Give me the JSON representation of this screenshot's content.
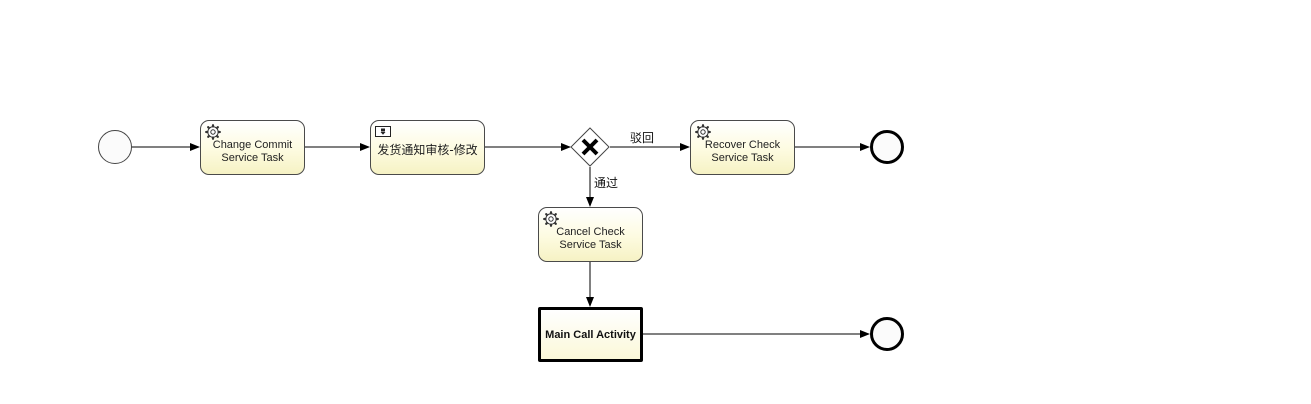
{
  "diagram": {
    "tasks": {
      "change_commit": {
        "label_line1": "Change Commit",
        "label_line2": "Service Task",
        "icon": "gear-icon"
      },
      "notify_review": {
        "label": "发货通知审核-修改",
        "icon": "user-task-icon"
      },
      "recover_check": {
        "label_line1": "Recover Check",
        "label_line2": "Service Task",
        "icon": "gear-icon"
      },
      "cancel_check": {
        "label_line1": "Cancel Check",
        "label_line2": "Service Task",
        "icon": "gear-icon"
      },
      "main_call": {
        "label": "Main Call Activity"
      }
    },
    "gateway": {
      "icon": "exclusive-gateway-x-icon"
    },
    "flows": {
      "reject_label": "驳回",
      "pass_label": "通过"
    },
    "colors": {
      "stroke": "#000000",
      "task_fill": "#fdfbe0"
    }
  }
}
